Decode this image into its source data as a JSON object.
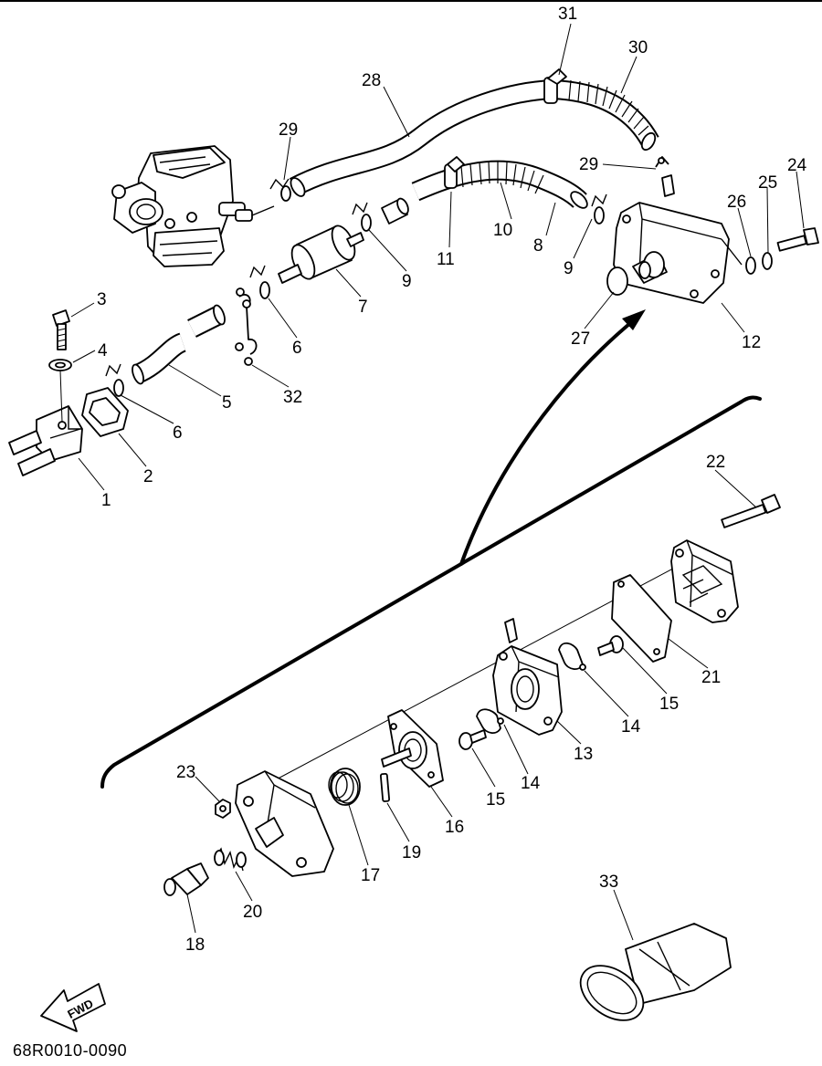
{
  "diagram": {
    "code": "68R0010-0090",
    "fwd_label": "FWD",
    "callouts": [
      "1",
      "2",
      "3",
      "4",
      "5",
      "6",
      "6",
      "7",
      "8",
      "9",
      "9",
      "10",
      "11",
      "12",
      "13",
      "14",
      "14",
      "15",
      "15",
      "16",
      "17",
      "18",
      "19",
      "20",
      "21",
      "22",
      "23",
      "24",
      "25",
      "26",
      "27",
      "28",
      "29",
      "29",
      "30",
      "31",
      "32",
      "33"
    ]
  }
}
